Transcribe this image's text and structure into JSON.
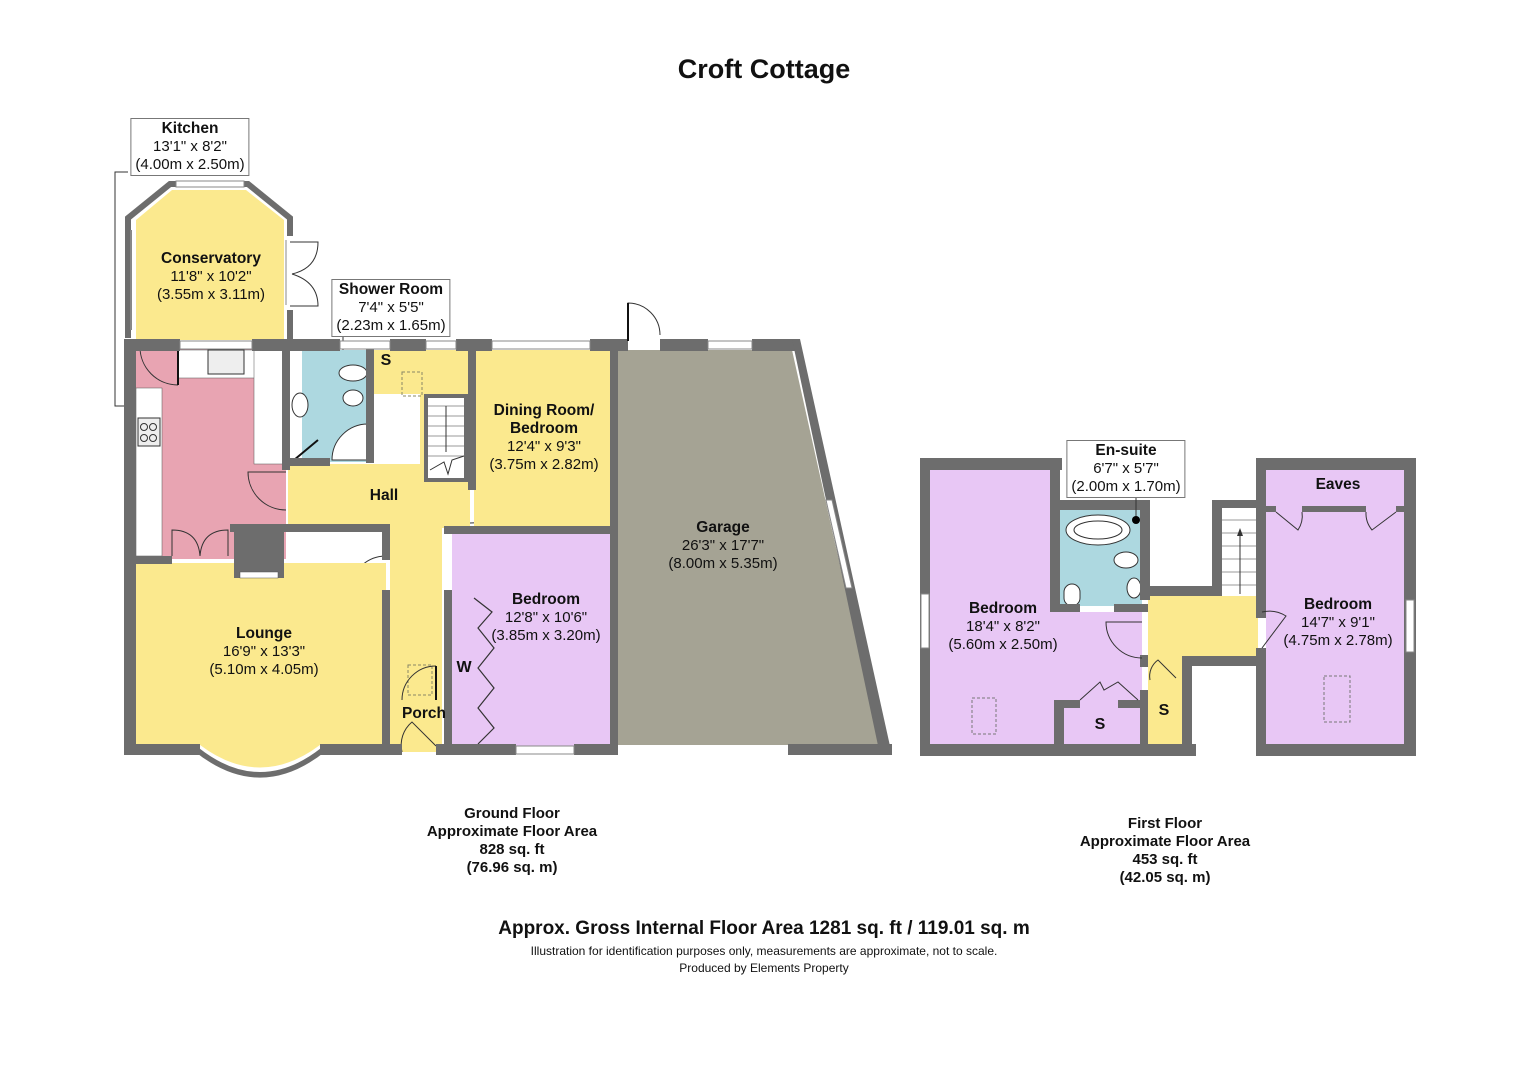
{
  "title": "Croft Cottage",
  "colors": {
    "wall": "#6d6d6d",
    "yellow_room": "#fbe98e",
    "pink_room": "#e8a4b2",
    "lilac_room": "#e8c7f5",
    "blue_room": "#add8e0",
    "garage": "#a5a394",
    "fitted": "#ffffff"
  },
  "ground_floor": {
    "rooms": {
      "kitchen": {
        "name": "Kitchen",
        "imperial": "13'1\" x 8'2\"",
        "metric": "(4.00m x 2.50m)"
      },
      "conservatory": {
        "name": "Conservatory",
        "imperial": "11'8\" x 10'2\"",
        "metric": "(3.55m x 3.11m)"
      },
      "shower_room": {
        "name": "Shower Room",
        "imperial": "7'4\" x 5'5\"",
        "metric": "(2.23m x 1.65m)"
      },
      "dining": {
        "name_line1": "Dining Room/",
        "name_line2": "Bedroom",
        "imperial": "12'4\" x 9'3\"",
        "metric": "(3.75m x 2.82m)"
      },
      "garage": {
        "name": "Garage",
        "imperial": "26'3\" x 17'7\"",
        "metric": "(8.00m x 5.35m)"
      },
      "hall": {
        "name": "Hall"
      },
      "bedroom": {
        "name": "Bedroom",
        "imperial": "12'8\" x 10'6\"",
        "metric": "(3.85m x 3.20m)"
      },
      "lounge": {
        "name": "Lounge",
        "imperial": "16'9\" x 13'3\"",
        "metric": "(5.10m x 4.05m)"
      },
      "porch": {
        "name": "Porch"
      }
    },
    "markers": {
      "store": "S",
      "wardrobe": "W"
    },
    "area": {
      "line1": "Ground Floor",
      "line2": "Approximate Floor Area",
      "line3": "828 sq. ft",
      "line4": "(76.96 sq. m)"
    }
  },
  "first_floor": {
    "rooms": {
      "ensuite": {
        "name": "En-suite",
        "imperial": "6'7\" x 5'7\"",
        "metric": "(2.00m x 1.70m)"
      },
      "bedroom1": {
        "name": "Bedroom",
        "imperial": "18'4\" x 8'2\"",
        "metric": "(5.60m x 2.50m)"
      },
      "bedroom2": {
        "name": "Bedroom",
        "imperial": "14'7\" x 9'1\"",
        "metric": "(4.75m x 2.78m)"
      },
      "eaves": {
        "name": "Eaves"
      }
    },
    "markers": {
      "store1": "S",
      "store2": "S"
    },
    "area": {
      "line1": "First Floor",
      "line2": "Approximate Floor Area",
      "line3": "453 sq. ft",
      "line4": "(42.05 sq. m)"
    }
  },
  "footer": {
    "gross": "Approx. Gross Internal Floor Area 1281 sq. ft / 119.01 sq. m",
    "disclaimer": "Illustration for identification purposes only, measurements are approximate, not to scale.",
    "producer": "Produced by Elements Property"
  }
}
